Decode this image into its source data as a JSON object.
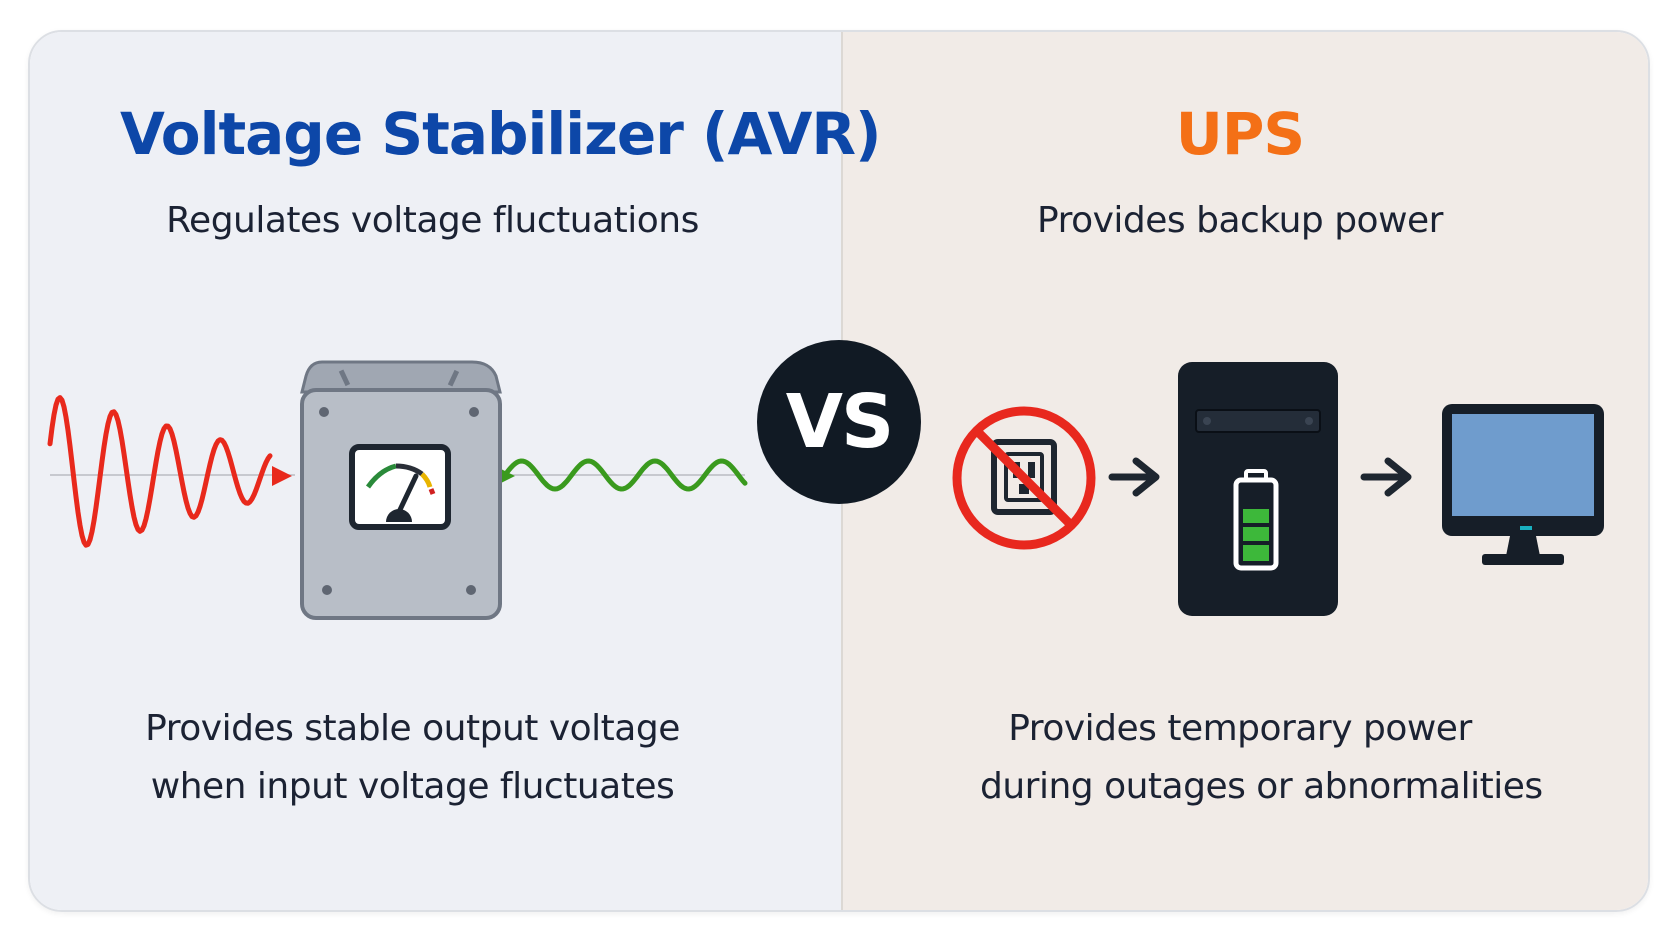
{
  "left": {
    "title": "Voltage Stabilizer (AVR)",
    "subtitle": "Regulates voltage fluctuations",
    "description_line1": "Provides stable output voltage",
    "description_line2": "when input voltage fluctuates"
  },
  "right": {
    "title": "UPS",
    "subtitle": "Provides backup power",
    "description_line1": "Provides temporary power",
    "description_line2": "during outages or abnormalities"
  },
  "vs_label": "VS",
  "colors": {
    "avr_title": "#0d47a8",
    "ups_title": "#f47016",
    "unstable_wave": "#e8291c",
    "stable_wave": "#3a9a1e",
    "battery_fill": "#3db83a",
    "dark": "#111a24",
    "monitor_screen": "#6f9ccd",
    "gauge_green": "#2a8a3a",
    "gauge_yellow": "#e8b400",
    "gauge_red": "#d02020"
  },
  "icons": {
    "stabilizer": "voltage-stabilizer-box-icon",
    "gauge": "voltmeter-gauge-icon",
    "no_power": "no-power-outlet-icon",
    "ups": "ups-unit-icon",
    "battery": "battery-icon",
    "monitor": "monitor-icon",
    "arrow": "arrow-right-icon"
  }
}
